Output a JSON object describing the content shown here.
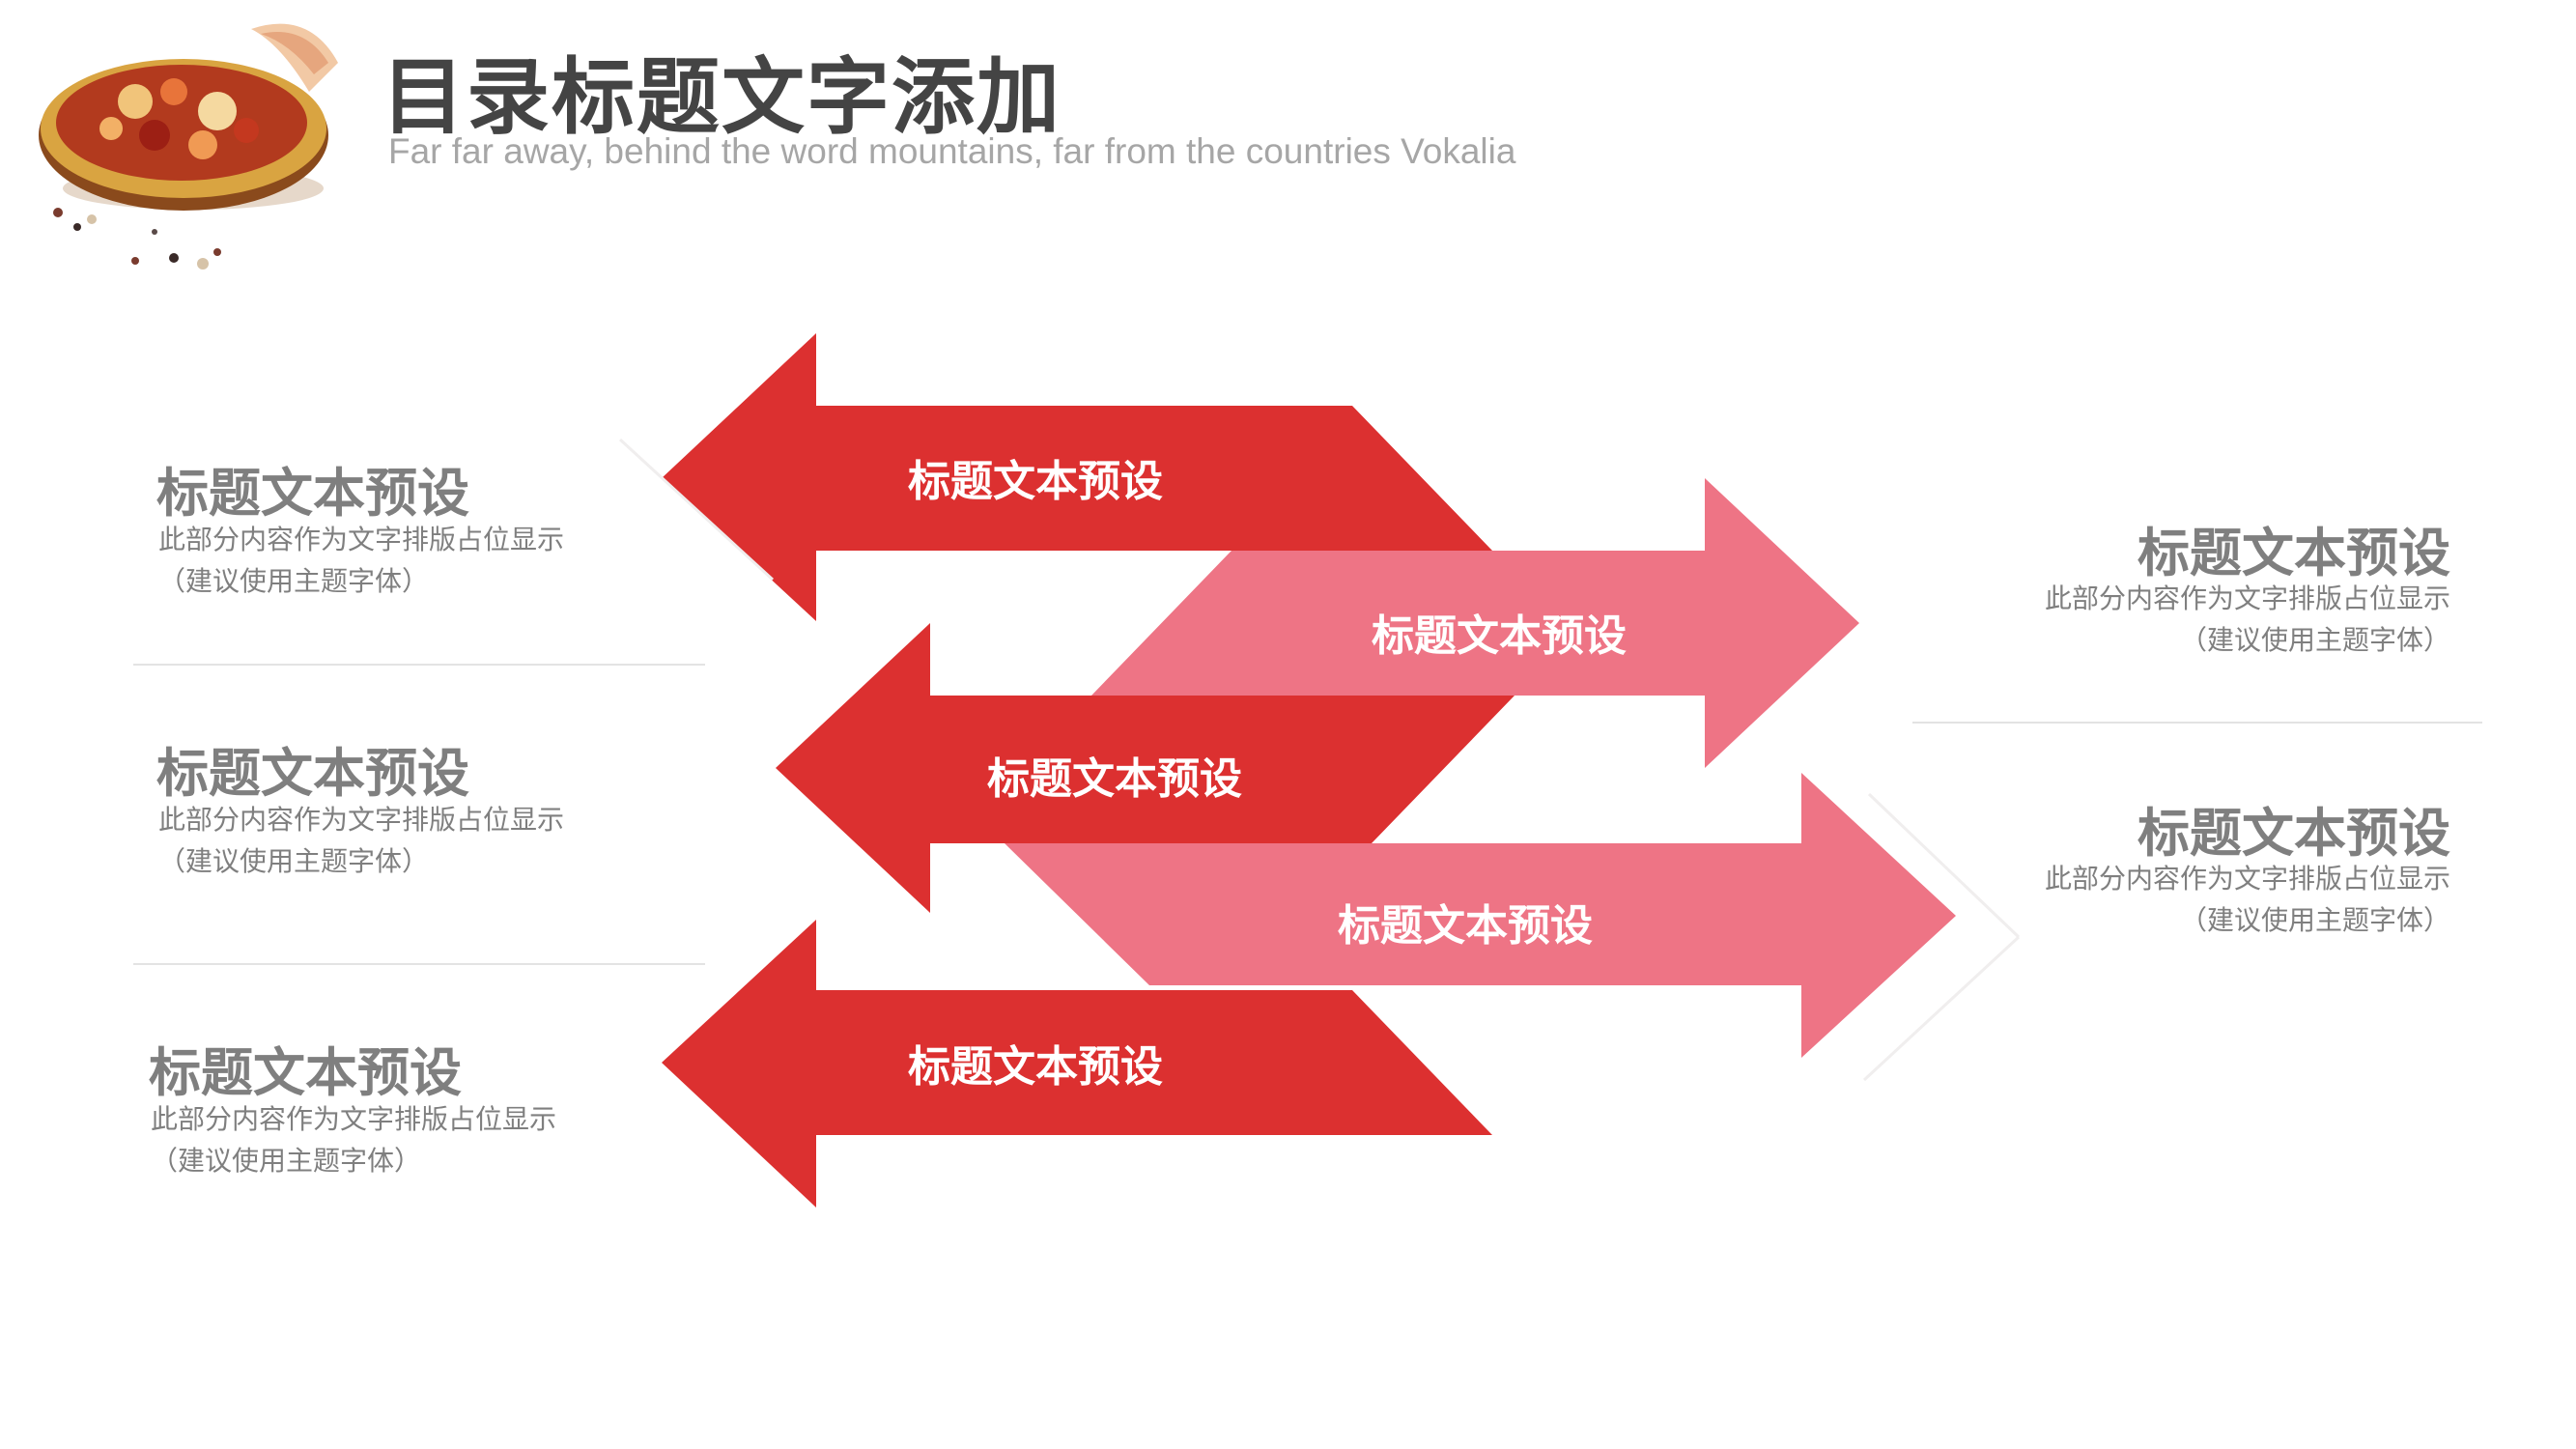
{
  "header": {
    "title": "目录标题文字添加",
    "subtitle": "Far far away, behind the word mountains, far from the countries Vokalia"
  },
  "colors": {
    "red": "#dc3030",
    "pink": "#ee7485",
    "text_gray": "#7f7f7f",
    "title_gray": "#444444",
    "subtitle_gray": "#a6a6a6"
  },
  "arrows": [
    {
      "label": "标题文本预设",
      "direction": "left",
      "color": "red"
    },
    {
      "label": "标题文本预设",
      "direction": "right",
      "color": "pink"
    },
    {
      "label": "标题文本预设",
      "direction": "left",
      "color": "red"
    },
    {
      "label": "标题文本预设",
      "direction": "right",
      "color": "pink"
    },
    {
      "label": "标题文本预设",
      "direction": "left",
      "color": "red"
    }
  ],
  "left_items": [
    {
      "title": "标题文本预设",
      "line1": "此部分内容作为文字排版占位显示",
      "line2": "（建议使用主题字体）"
    },
    {
      "title": "标题文本预设",
      "line1": "此部分内容作为文字排版占位显示",
      "line2": "（建议使用主题字体）"
    },
    {
      "title": "标题文本预设",
      "line1": "此部分内容作为文字排版占位显示",
      "line2": "（建议使用主题字体）"
    }
  ],
  "right_items": [
    {
      "title": "标题文本预设",
      "line1": "此部分内容作为文字排版占位显示",
      "line2": "（建议使用主题字体）"
    },
    {
      "title": "标题文本预设",
      "line1": "此部分内容作为文字排版占位显示",
      "line2": "（建议使用主题字体）"
    }
  ],
  "decoration": {
    "icon": "food-bowl-illustration-icon"
  }
}
